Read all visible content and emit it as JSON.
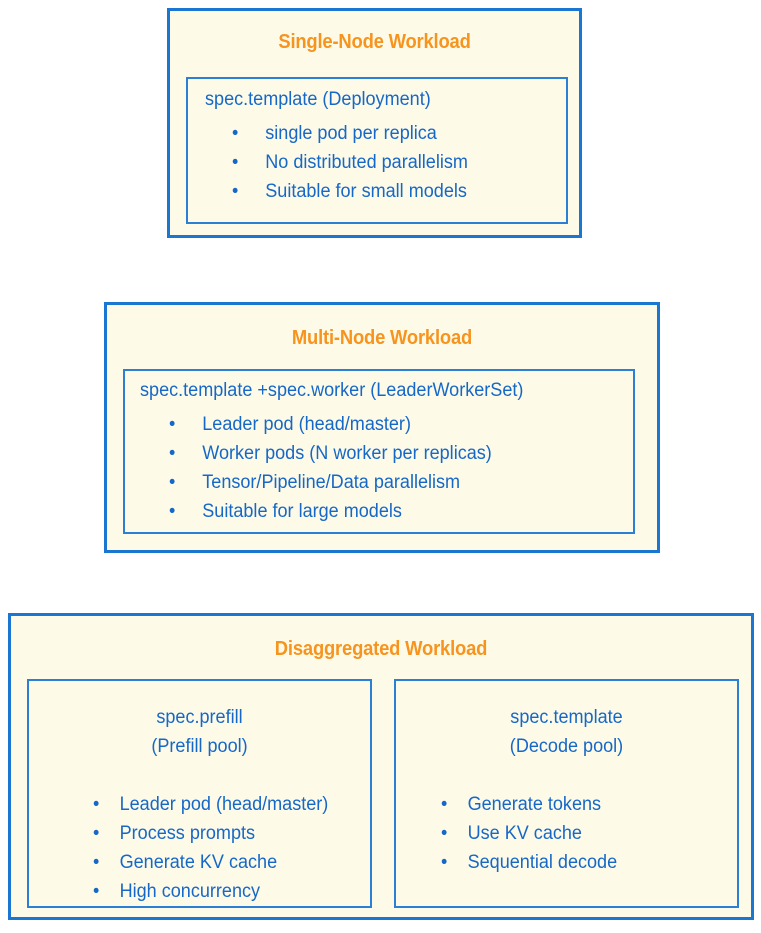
{
  "colors": {
    "border": "#1b76d2",
    "panel_border": "#2b80d6",
    "card_background": "#fdfae8",
    "title_orange": "#f7941e",
    "body_blue": "#1668c8",
    "page_background": "#ffffff"
  },
  "bullet_glyph": "•",
  "cards": {
    "single_node": {
      "title": "Single-Node Workload",
      "spec_heading": "spec.template (Deployment)",
      "bullets": [
        "single pod per replica",
        "No distributed parallelism",
        "Suitable for small models"
      ]
    },
    "multi_node": {
      "title": "Multi-Node Workload",
      "spec_heading": "spec.template +spec.worker (LeaderWorkerSet)",
      "bullets": [
        "Leader pod (head/master)",
        "Worker pods (N worker per replicas)",
        "Tensor/Pipeline/Data parallelism",
        "Suitable for large models"
      ]
    },
    "disaggregated": {
      "title": "Disaggregated Workload",
      "prefill_pool": {
        "spec_heading": "spec.prefill",
        "pool_label": "(Prefill pool)",
        "bullets": [
          "Leader pod (head/master)",
          "Process prompts",
          "Generate KV cache",
          "High concurrency"
        ]
      },
      "decode_pool": {
        "spec_heading": "spec.template",
        "pool_label": "(Decode pool)",
        "bullets": [
          "Generate tokens",
          "Use KV cache",
          "Sequential decode"
        ]
      }
    }
  }
}
